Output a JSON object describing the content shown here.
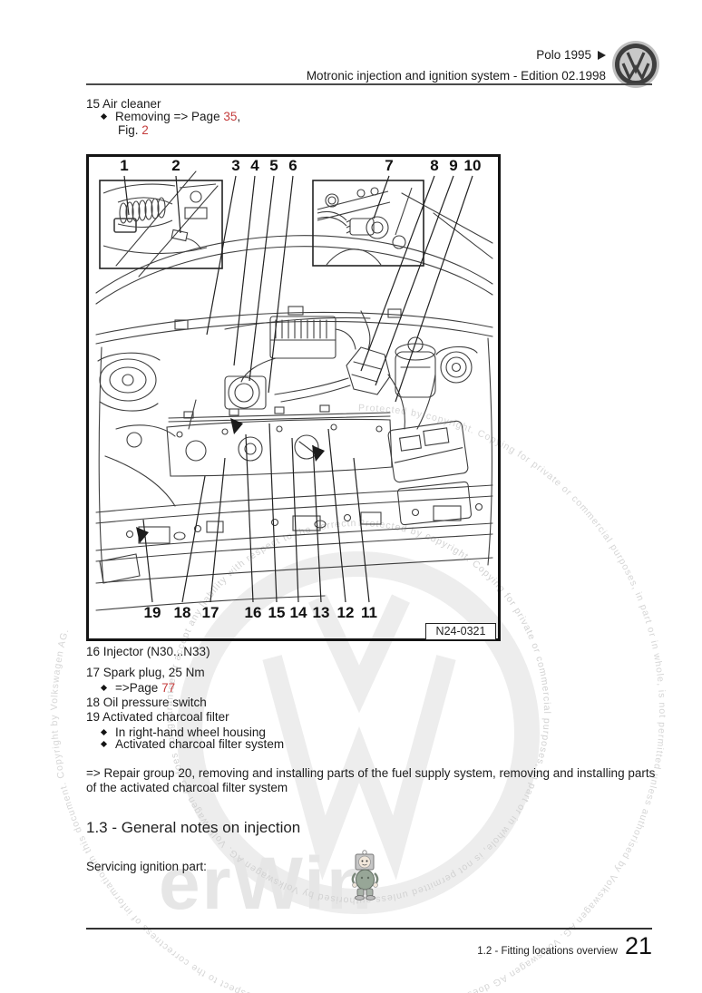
{
  "header": {
    "model_line": "Polo 1995",
    "title_line": "Motronic injection and ignition system - Edition 02.1998"
  },
  "item15": {
    "label": "15 Air cleaner",
    "bullet_pre": "Removing => Page",
    "page_ref": "35",
    "bullet_post": ",",
    "fig_label": "Fig.",
    "fig_ref": "2"
  },
  "figure": {
    "code": "N24-0321",
    "callouts_top": [
      "1",
      "2",
      "3",
      "4",
      "5",
      "6",
      "7",
      "8",
      "9",
      "10"
    ],
    "callouts_bottom": [
      "19",
      "18",
      "17",
      "16",
      "15",
      "14",
      "13",
      "12",
      "11"
    ]
  },
  "parts_list": {
    "item16": {
      "label": "16 Injector (N30...N33)"
    },
    "item17": {
      "label": "17 Spark plug, 25 Nm",
      "ref_pre": "=>Page",
      "ref_page": "77"
    },
    "item18": {
      "label": "18 Oil pressure switch"
    },
    "item19": {
      "label": "19 Activated charcoal filter",
      "bullet1": "In right-hand wheel housing",
      "bullet2": "Activated charcoal filter system"
    }
  },
  "paragraph": "=> Repair group 20, removing and installing parts of the fuel supply system, removing and installing parts of the activated charcoal filter system",
  "section_heading": "1.3 - General notes on injection",
  "servicing_line": "Servicing ignition part:",
  "footer": {
    "section_label": "1.2 - Fitting locations overview",
    "page_number": "21"
  },
  "watermark": {
    "circle_text": "Protected by copyright. Copying for private or commercial purposes, in part or in whole, is not permitted unless authorised by Volkswagen AG. Volkswagen AG does not guarantee or accept any liability with respect to the correctness of information in this document. Copyright by Volkswagen AG.",
    "erwin": "erWin"
  },
  "colors": {
    "page_ref_red": "#c43c3c",
    "line_art": "#3f3f3f",
    "watermark_gray": "#d6d6d6"
  }
}
